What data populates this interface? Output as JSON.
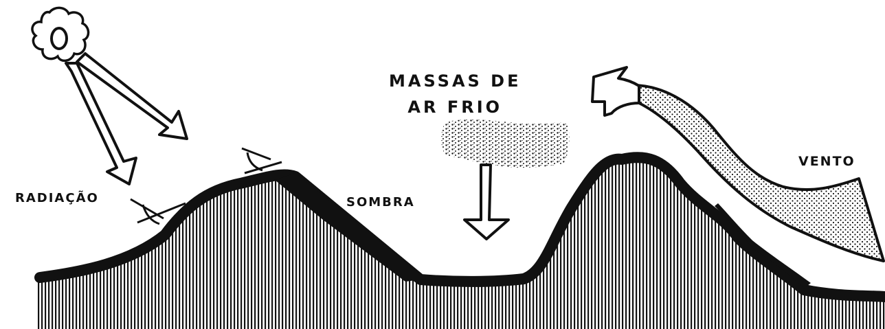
{
  "labels": {
    "radiation": "RADIAÇÃO",
    "shadow": "SOMBRA",
    "cold_air_line1": "MASSAS DE",
    "cold_air_line2": "AR FRIO",
    "wind": "VENTO"
  },
  "icons": {
    "sun": "sun-icon",
    "radiation_arrows": "arrow-down-right-icon",
    "cold_air_arrow": "arrow-down-icon",
    "wind_arrow": "curved-arrow-left-icon"
  },
  "colors": {
    "ink": "#111111",
    "paper": "#ffffff"
  }
}
